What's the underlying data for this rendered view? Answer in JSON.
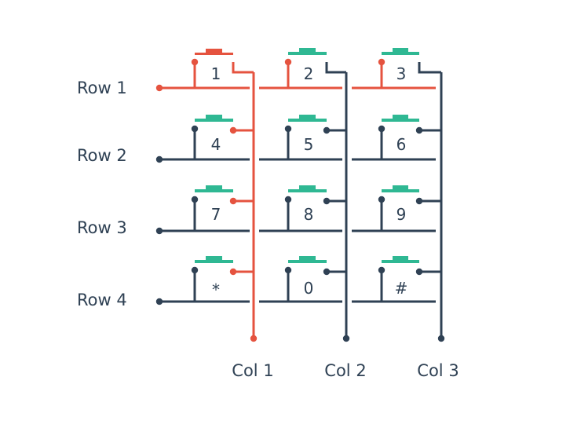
{
  "colors": {
    "active": "#e5533f",
    "wire": "#2f4154",
    "button_cap": "#2fb893",
    "background": "#ffffff"
  },
  "active": {
    "row": 0,
    "col": 0
  },
  "rows": [
    "Row 1",
    "Row 2",
    "Row 3",
    "Row 4"
  ],
  "cols": [
    "Col 1",
    "Col 2",
    "Col 3"
  ],
  "keys": [
    [
      "1",
      "2",
      "3"
    ],
    [
      "4",
      "5",
      "6"
    ],
    [
      "7",
      "8",
      "9"
    ],
    [
      "*",
      "0",
      "#"
    ]
  ]
}
